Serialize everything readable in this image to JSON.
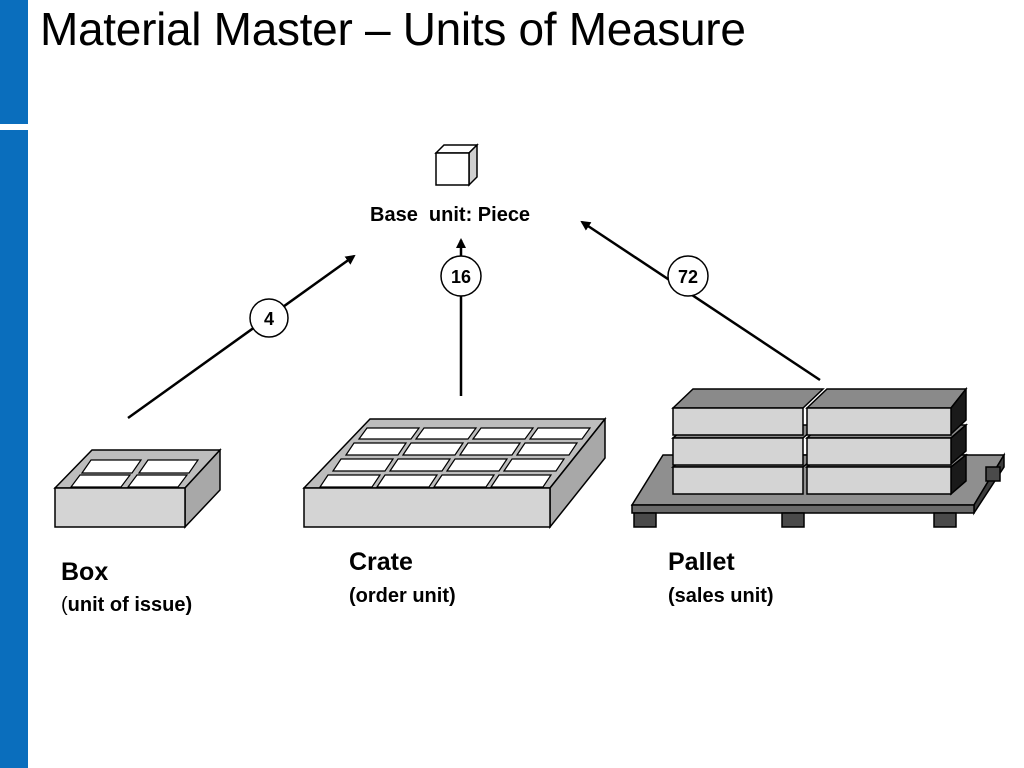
{
  "title": "Material Master – Units of Measure",
  "base_unit": {
    "label": "Base  unit: Piece",
    "icon": "cube-icon"
  },
  "conversions": [
    {
      "unit": "Box",
      "role": "unit of issue",
      "role_prefix": "(",
      "role_rest": "unit of issue)",
      "factor": "4"
    },
    {
      "unit": "Crate",
      "role": "(order unit)",
      "factor": "16"
    },
    {
      "unit": "Pallet",
      "role": "(sales unit)",
      "factor": "72"
    }
  ],
  "colors": {
    "accent_bar": "#0a6ebd",
    "box_face": "#d4d4d4",
    "box_dark": "#9a9a9a",
    "pallet_dark": "#4a4a4a"
  }
}
